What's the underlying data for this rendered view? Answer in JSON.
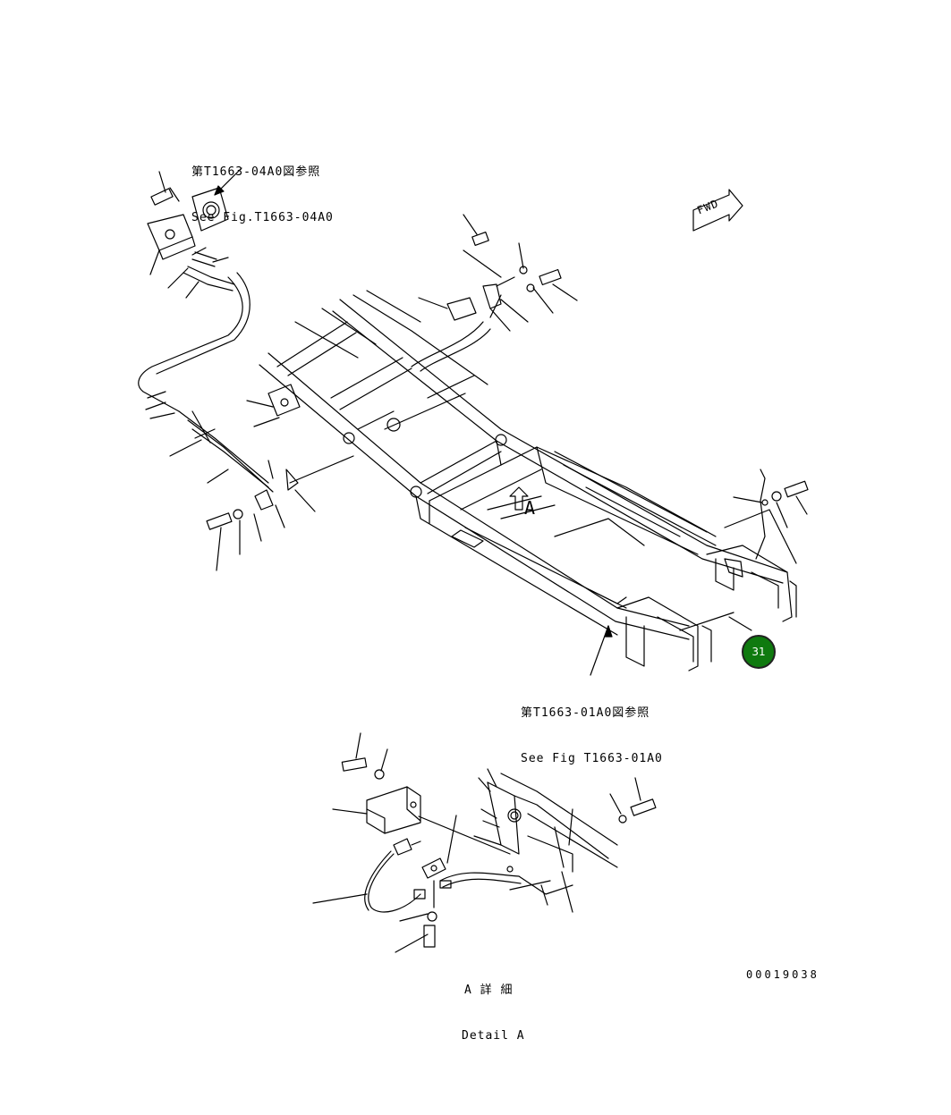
{
  "top_reference": {
    "line_jp": "第T1663-04A0図参照",
    "line_en": "See Fig.T1663-04A0"
  },
  "bottom_reference": {
    "line_jp": "第T1663-01A0図参照",
    "line_en": "See Fig T1663-01A0"
  },
  "fwd_label": "FWD",
  "section_label": "A",
  "detail_caption": {
    "line_jp": "A 詳 細",
    "line_en": "Detail A"
  },
  "drawing_number": "00019038",
  "callout_badge": {
    "number": "31",
    "color": "#0f7a0f"
  },
  "line_color": "#000000"
}
